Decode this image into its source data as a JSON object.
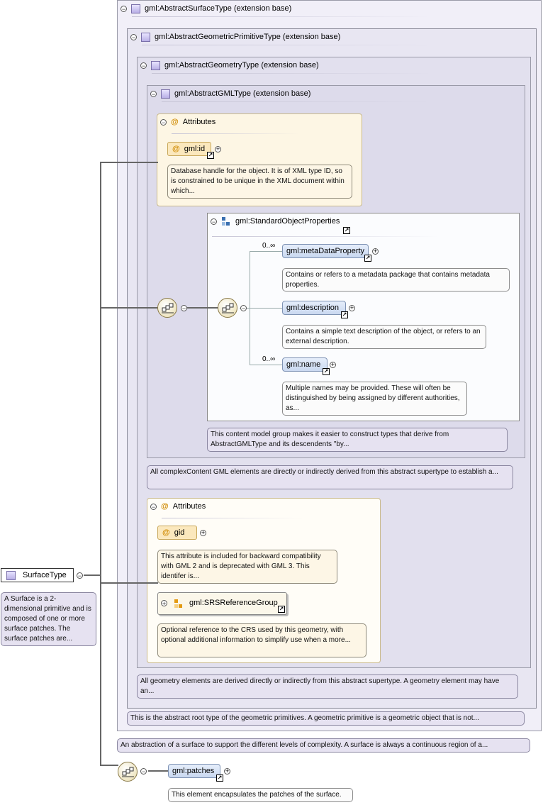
{
  "boxes": {
    "surface": "gml:AbstractSurfaceType (extension base)",
    "primitive": "gml:AbstractGeometricPrimitiveType (extension base)",
    "geometry": "gml:AbstractGeometryType (extension base)",
    "gml": "gml:AbstractGMLType (extension base)"
  },
  "attrs1": {
    "title": "Attributes",
    "at": "@",
    "id_label": "gml:id",
    "id_doc": "Database handle for the object. It is of XML type ID, so is constrained to be unique in the XML document within which..."
  },
  "sop": {
    "title": "gml:StandardObjectProperties",
    "doc": "This content model group makes it easier to construct types that derive from AbstractGMLType and its descendents \"by...",
    "meta_card": "0..∞",
    "meta_label": "gml:metaDataProperty",
    "meta_doc": "Contains or refers to a metadata package that contains metadata properties.",
    "desc_label": "gml:description",
    "desc_doc": "Contains a simple text description of the object, or refers to an external description.",
    "name_card": "0..∞",
    "name_label": "gml:name",
    "name_doc": "Multiple names may be provided. These will often be distinguished by being assigned by different authorities, as..."
  },
  "gml_doc": "All complexContent GML elements are directly or indirectly derived from this abstract supertype to establish a...",
  "attrs2": {
    "title": "Attributes",
    "at": "@",
    "gid_label": "gid",
    "gid_doc": "This attribute is included for backward compatibility with GML 2 and is deprecated with GML 3. This identifer is...",
    "srs_label": "gml:SRSReferenceGroup",
    "srs_doc": "Optional reference to the CRS used by this geometry, with optional additional information to simplify use when a more..."
  },
  "geometry_doc": "All geometry elements are derived directly or indirectly from this abstract supertype. A geometry element may have an...",
  "primitive_doc": "This is the abstract root type of the geometric primitives. A geometric primitive is a geometric object that is not...",
  "surface_doc": "An abstraction of a surface to support the different levels of complexity. A surface is always a continuous region of a...",
  "root": {
    "label": "SurfaceType",
    "doc": "A Surface is a 2-dimensional primitive and is composed of one or more surface patches. The surface patches are..."
  },
  "patches": {
    "label": "gml:patches",
    "doc": "This element encapsulates the patches of the surface."
  },
  "glyphs": {
    "minus": "−",
    "plus": "+",
    "ref": "↗"
  },
  "icons": {
    "type": "complex-type-icon",
    "group": "group-icon",
    "sequence": "sequence-icon",
    "reference": "reference-arrow-icon"
  },
  "colors": {
    "box_border": "#9a9aa8",
    "attr_bg": "#fdf6e4",
    "pill_bg": "#c9d8f0"
  }
}
